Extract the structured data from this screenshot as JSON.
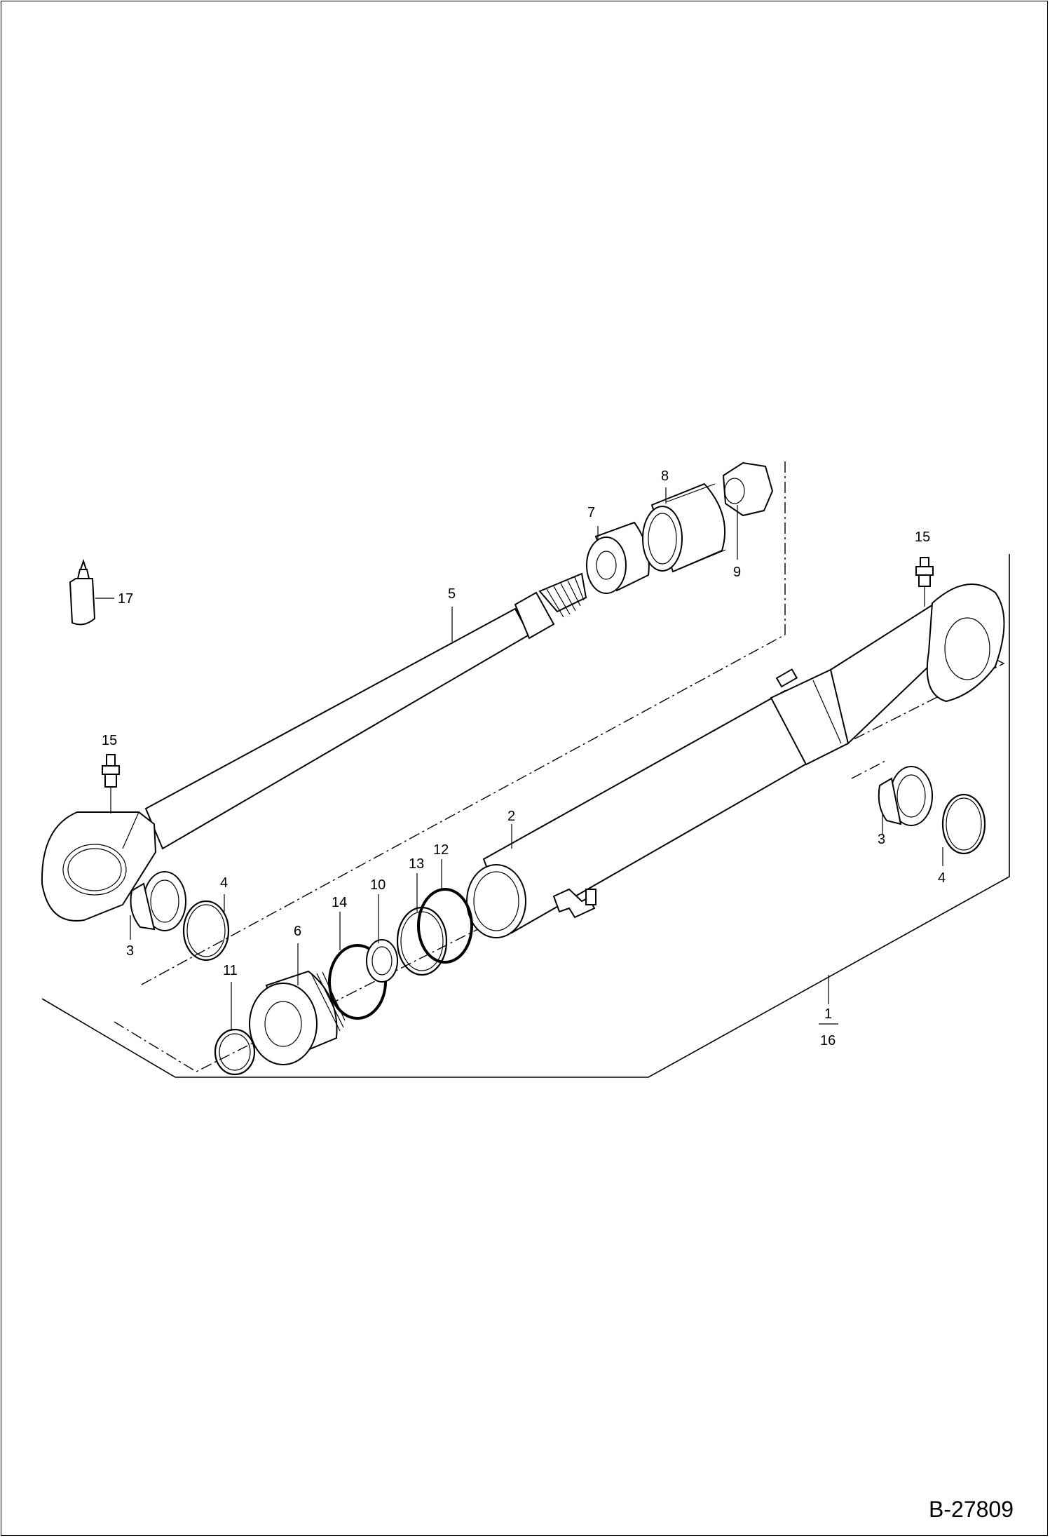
{
  "diagram_code": "B-27809",
  "callouts": {
    "c1": "1",
    "c16": "16",
    "c2": "2",
    "c3a": "3",
    "c3b": "3",
    "c4a": "4",
    "c4b": "4",
    "c5": "5",
    "c6": "6",
    "c7": "7",
    "c8": "8",
    "c9": "9",
    "c10": "10",
    "c11": "11",
    "c12": "12",
    "c13": "13",
    "c14": "14",
    "c15a": "15",
    "c15b": "15",
    "c17": "17"
  }
}
